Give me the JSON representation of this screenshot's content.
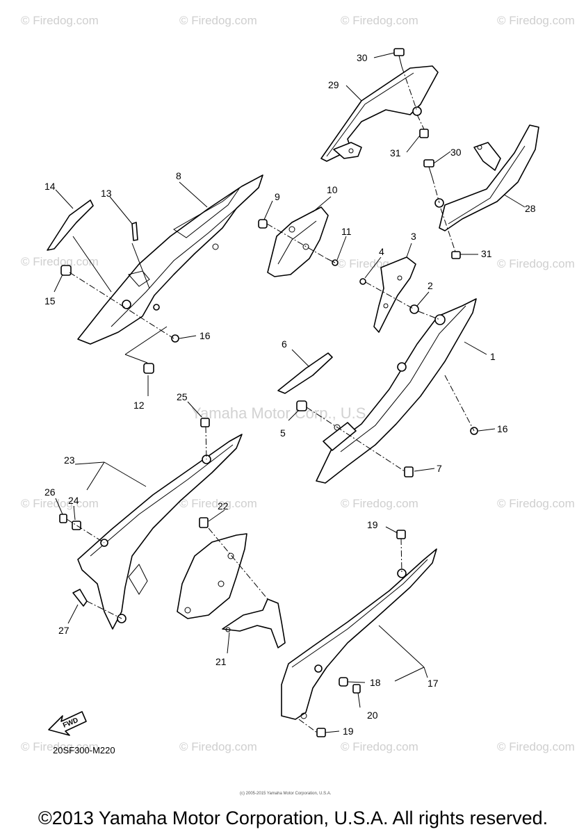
{
  "watermarks": {
    "site": "© Firedog.com",
    "center": "Yamaha Motor Corp., U.S.A."
  },
  "callouts": {
    "c1": "1",
    "c2": "2",
    "c3": "3",
    "c4": "4",
    "c5": "5",
    "c6": "6",
    "c7": "7",
    "c8": "8",
    "c9": "9",
    "c10": "10",
    "c11": "11",
    "c12": "12",
    "c13": "13",
    "c14": "14",
    "c15": "15",
    "c16a": "16",
    "c16b": "16",
    "c17": "17",
    "c18": "18",
    "c19a": "19",
    "c19b": "19",
    "c20": "20",
    "c21": "21",
    "c22": "22",
    "c23": "23",
    "c24": "24",
    "c25": "25",
    "c26": "26",
    "c27": "27",
    "c28": "28",
    "c29": "29",
    "c30a": "30",
    "c30b": "30",
    "c31a": "31",
    "c31b": "31"
  },
  "fwd_label": "FWD",
  "diagram_code": "20SF300-M220",
  "small_print": "(c) 2005-2015 Yamaha Motor Corporation, U.S.A.",
  "copyright": "©2013 Yamaha Motor Corporation, U.S.A. All rights reserved."
}
